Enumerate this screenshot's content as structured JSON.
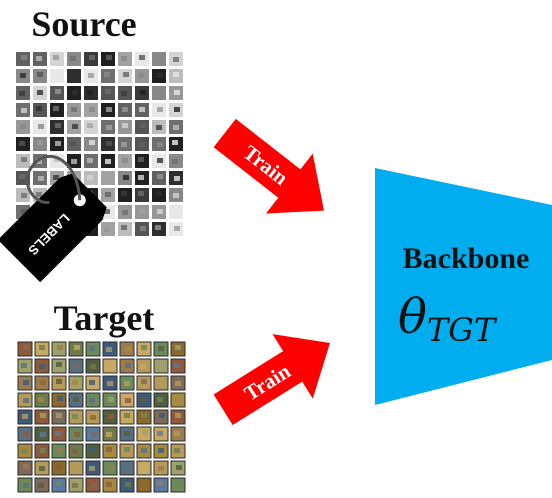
{
  "source": {
    "title": "Source",
    "tile_colors": [
      "#202020",
      "#3a3a3a",
      "#555555",
      "#6e6e6e",
      "#888888",
      "#a2a2a2",
      "#bcbcbc",
      "#d4d4d4",
      "#e8e8e8",
      "#2e2e2e",
      "#616161",
      "#979797"
    ]
  },
  "labels_tag": {
    "text": "LABELS",
    "color": "#000000"
  },
  "target": {
    "title": "Target",
    "tile_colors": [
      "#8a6a2a",
      "#a58a3f",
      "#6f7a4a",
      "#5a6f7d",
      "#9c7a52",
      "#b59a5a",
      "#4f5f3f",
      "#7d6a5a",
      "#c7a964",
      "#3f5a7a",
      "#6a8a5a",
      "#8f5a3a",
      "#a0a06a",
      "#5a7aa0"
    ]
  },
  "arrows": {
    "top_label": "Train",
    "bottom_label": "Train",
    "color": "#ff0000"
  },
  "backbone": {
    "title": "Backbone",
    "param_symbol": "θ",
    "param_subscript": "TGT",
    "color": "#00aeef"
  }
}
